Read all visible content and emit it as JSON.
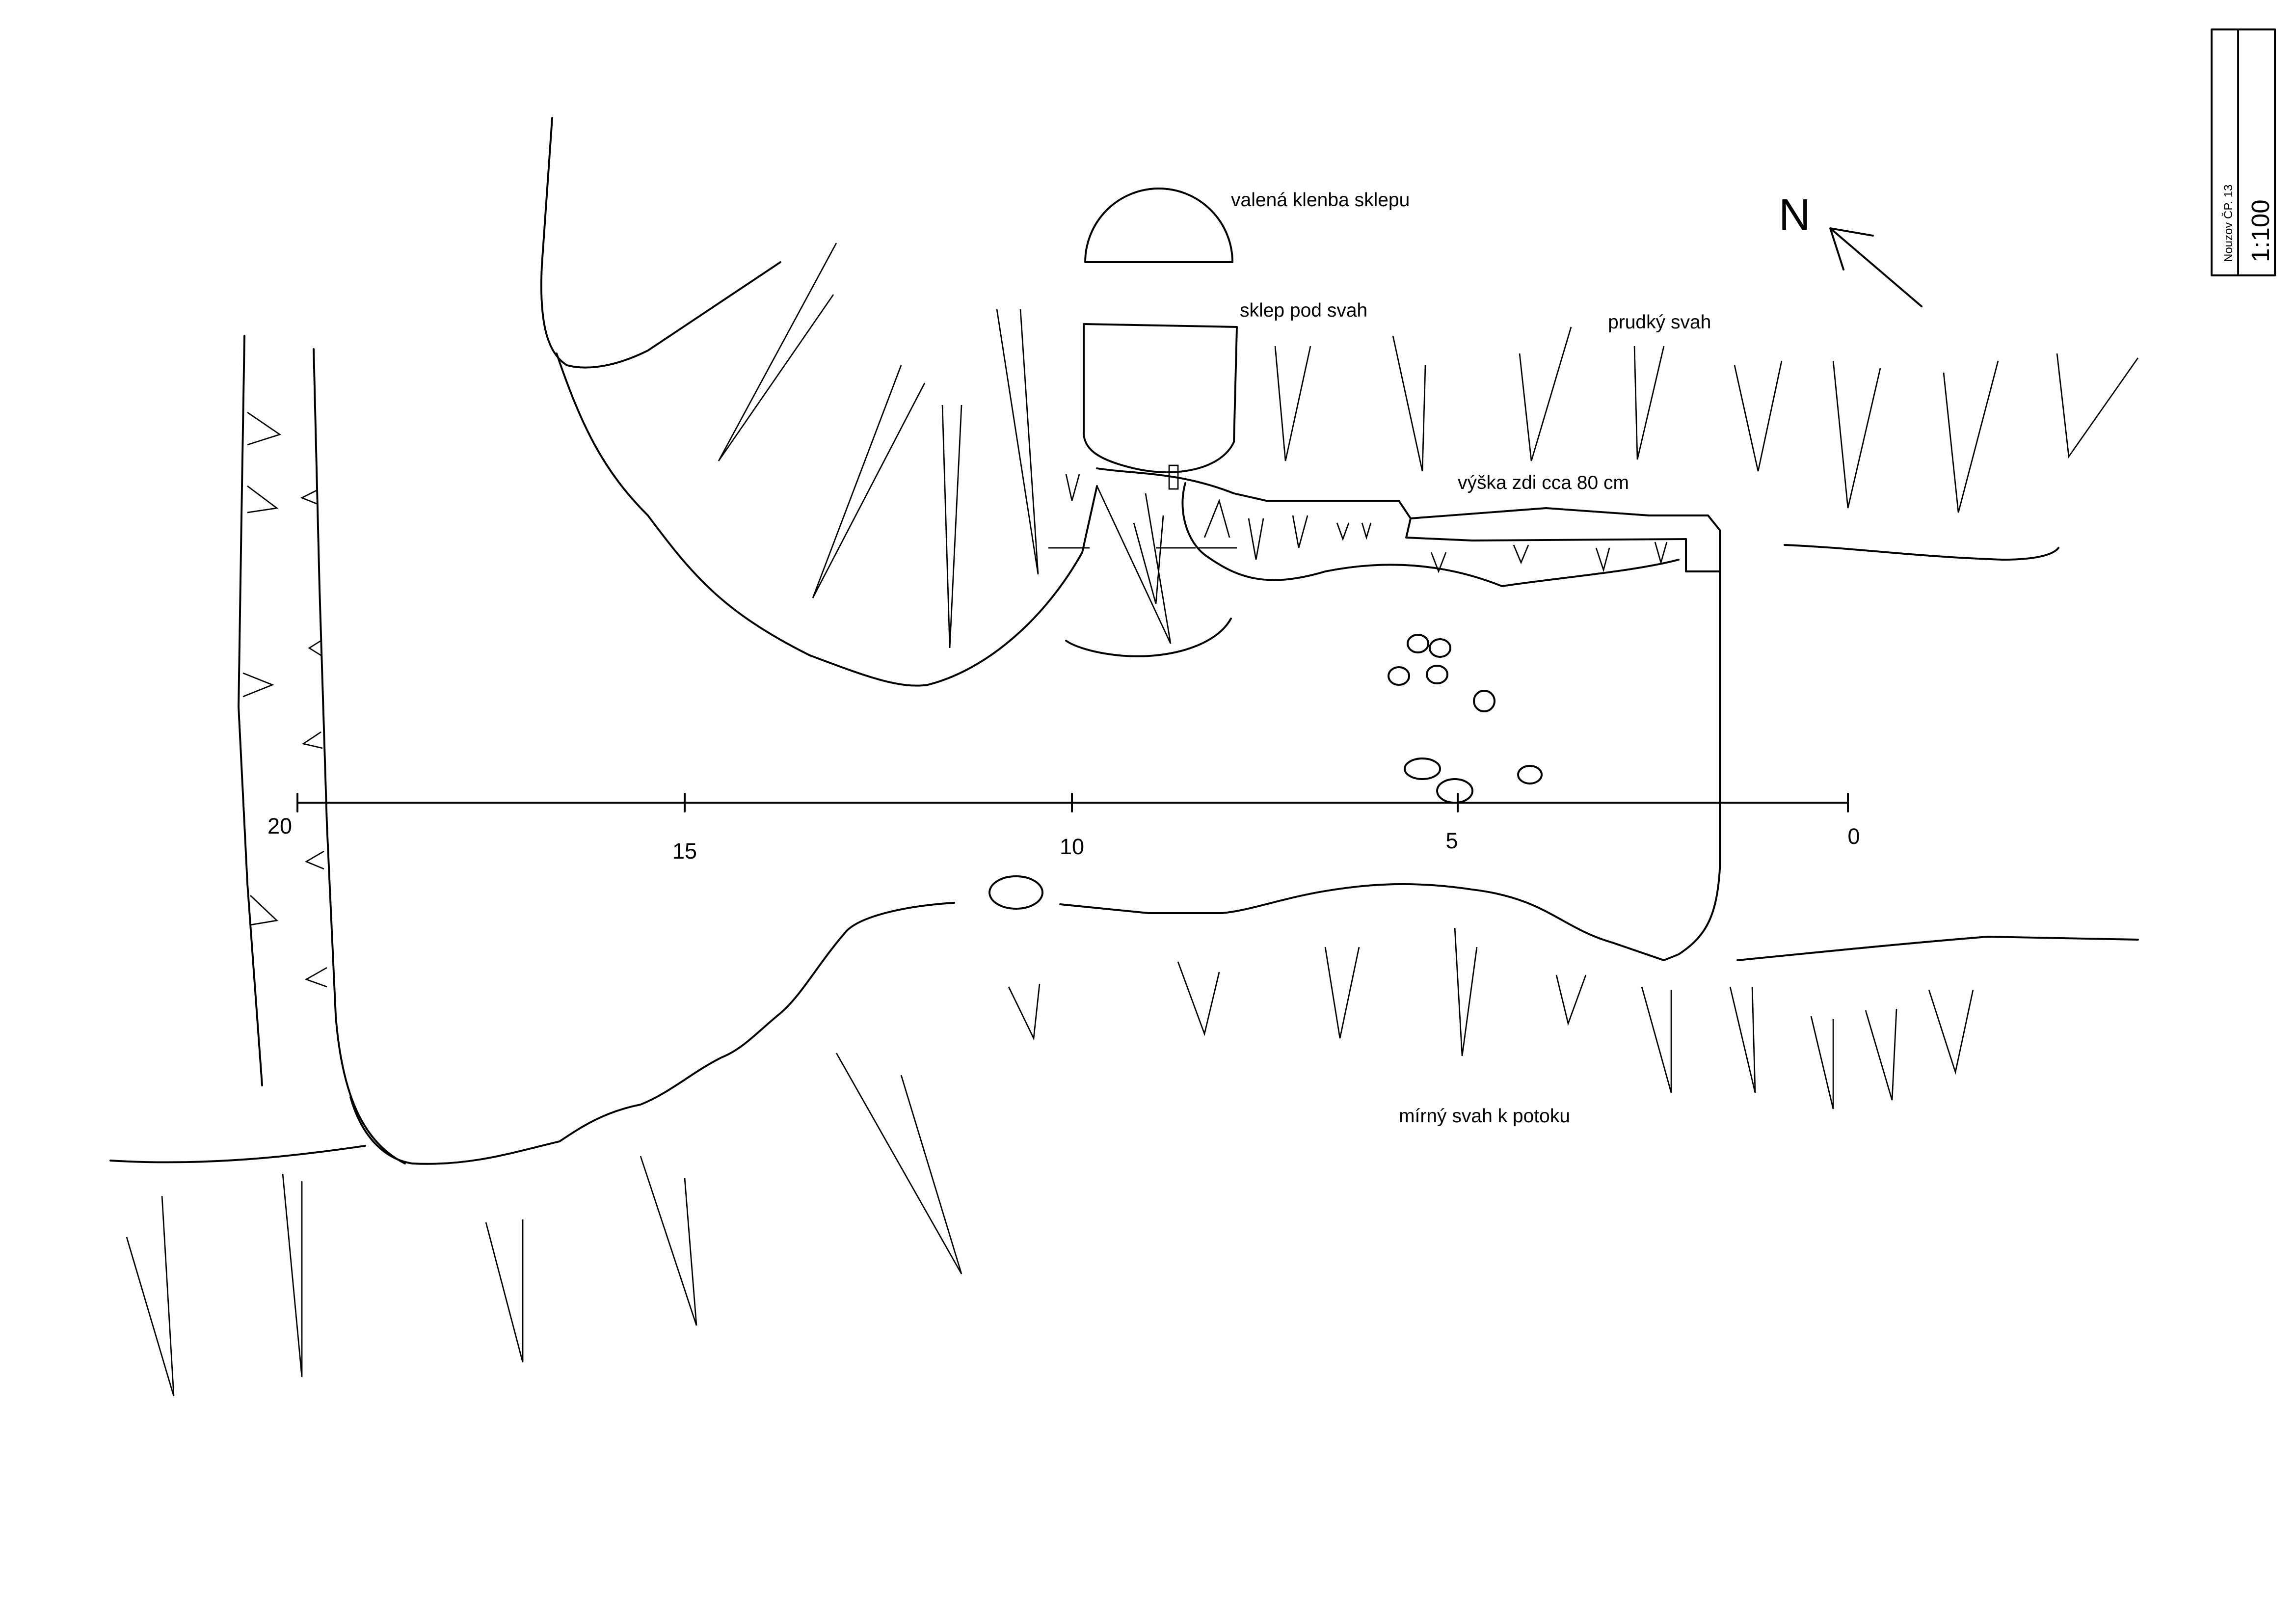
{
  "title_block": {
    "site": "Nouzov ČP. 13",
    "scale": "1:100"
  },
  "north_arrow": {
    "label": "N"
  },
  "labels": {
    "vault": "valená klenba sklepu",
    "cellar": "sklep pod svah",
    "steep_slope": "prudký svah",
    "wall_height": "výška zdi cca 80 cm",
    "gentle_slope": "mírný svah k potoku"
  },
  "scale_bar": {
    "unit_ticks": [
      "20",
      "15",
      "10",
      "5",
      "0"
    ]
  }
}
